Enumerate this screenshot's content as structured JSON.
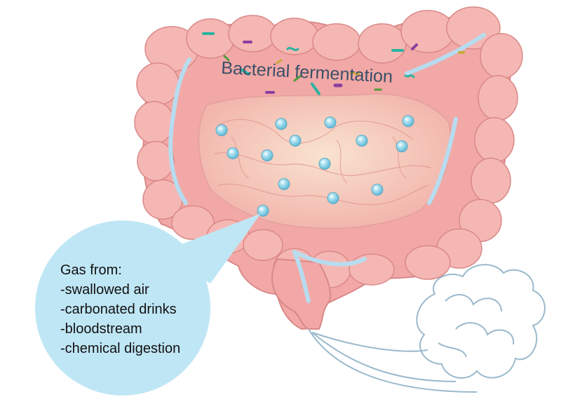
{
  "diagram": {
    "heading": "Bacterial fermentation",
    "callout": {
      "title": "Gas from:",
      "items": [
        "-swallowed air",
        "-carbonated drinks",
        "-bloodstream",
        "-chemical digestion"
      ]
    }
  },
  "colors": {
    "intestine": "#f2a8a6",
    "intestine_dark": "#d98988",
    "intestine_light": "#f8c6c2",
    "inner_glow": "#f8ddc8",
    "gas_bubble": "#7fcde4",
    "callout_fill": "#bfe6f5",
    "flow_arrow": "#b7dcef",
    "gas_cloud_stroke": "#9ab9cc",
    "heading_text": "#3a4f68",
    "body_text": "#111111",
    "bacteria": [
      "#2ab3a0",
      "#8a3fa0",
      "#4e9c3c",
      "#c9a83a"
    ]
  },
  "icons": [
    "intestine-illustration",
    "gas-bubble-icon",
    "bacteria-icon",
    "gas-cloud-icon",
    "flow-arrow-icon"
  ]
}
